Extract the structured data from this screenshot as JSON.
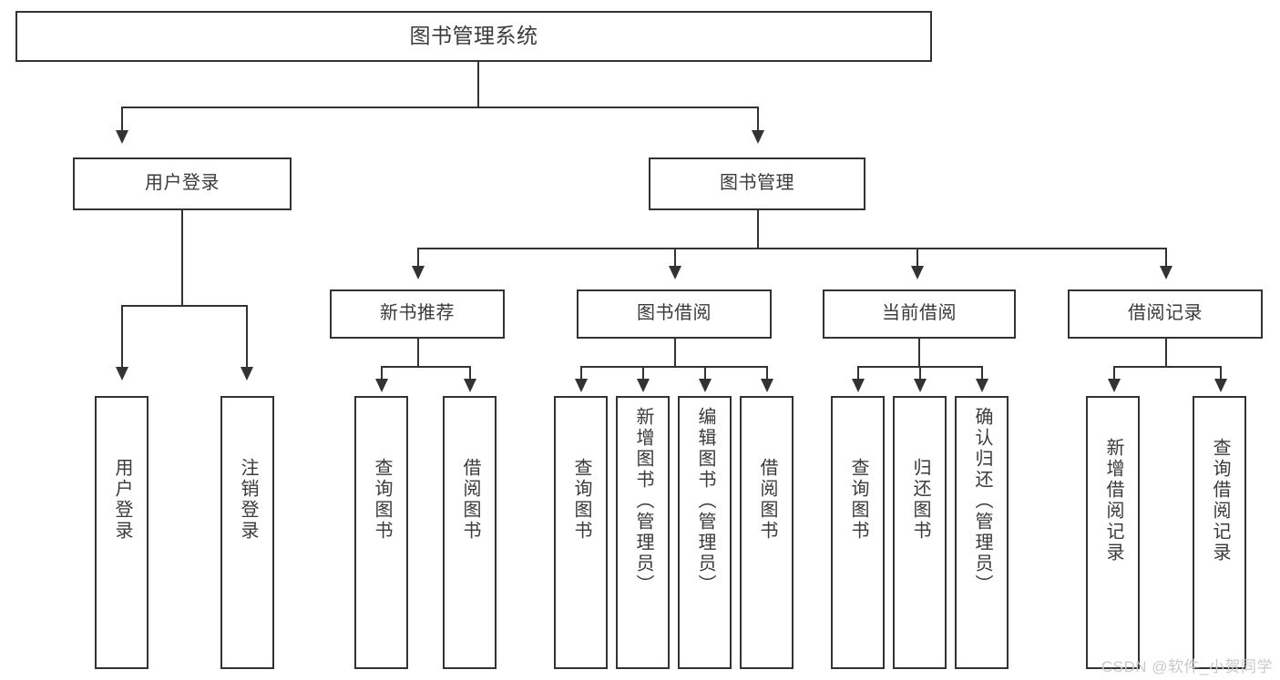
{
  "diagram": {
    "title": "图书管理系统",
    "type": "tree",
    "root": {
      "id": "root",
      "label": "图书管理系统"
    },
    "level2": [
      {
        "id": "user-login",
        "label": "用户登录"
      },
      {
        "id": "book-manage",
        "label": "图书管理"
      }
    ],
    "level3": [
      {
        "id": "new-book-recommend",
        "label": "新书推荐",
        "parent": "book-manage"
      },
      {
        "id": "book-borrow",
        "label": "图书借阅",
        "parent": "book-manage"
      },
      {
        "id": "current-borrow",
        "label": "当前借阅",
        "parent": "book-manage"
      },
      {
        "id": "borrow-record",
        "label": "借阅记录",
        "parent": "book-manage"
      }
    ],
    "leaves": [
      {
        "id": "leaf-user-login",
        "label": "用户登录",
        "parent": "user-login"
      },
      {
        "id": "leaf-user-logout",
        "label": "注销登录",
        "parent": "user-login"
      },
      {
        "id": "leaf-rec-query-book",
        "label": "查询图书",
        "parent": "new-book-recommend"
      },
      {
        "id": "leaf-rec-borrow-book",
        "label": "借阅图书",
        "parent": "new-book-recommend"
      },
      {
        "id": "leaf-bb-query-book",
        "label": "查询图书",
        "parent": "book-borrow"
      },
      {
        "id": "leaf-bb-add-book",
        "label": "新增图书（管理员）",
        "parent": "book-borrow"
      },
      {
        "id": "leaf-bb-edit-book",
        "label": "编辑图书（管理员）",
        "parent": "book-borrow"
      },
      {
        "id": "leaf-bb-borrow-book",
        "label": "借阅图书",
        "parent": "book-borrow"
      },
      {
        "id": "leaf-cb-query-book",
        "label": "查询图书",
        "parent": "current-borrow"
      },
      {
        "id": "leaf-cb-return-book",
        "label": "归还图书",
        "parent": "current-borrow"
      },
      {
        "id": "leaf-cb-confirm-return",
        "label": "确认归还（管理员）",
        "parent": "current-borrow"
      },
      {
        "id": "leaf-br-add-record",
        "label": "新增借阅记录",
        "parent": "borrow-record"
      },
      {
        "id": "leaf-br-query-record",
        "label": "查询借阅记录",
        "parent": "borrow-record"
      }
    ],
    "watermark": "CSDN @软件_小贺同学",
    "colors": {
      "border": "#333333",
      "text": "#3a3a3a",
      "background": "#ffffff",
      "watermark": "#c9c9c9"
    }
  }
}
